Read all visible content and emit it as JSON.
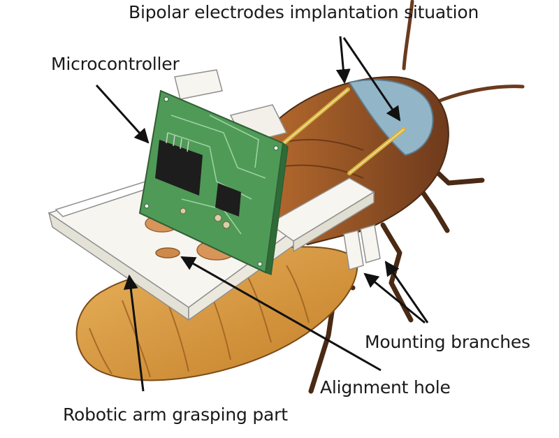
{
  "labels": {
    "bipolar_electrodes": "Bipolar electrodes implantation situation",
    "microcontroller": "Microcontroller",
    "mounting_branches": "Mounting branches",
    "alignment_hole": "Alignment hole",
    "robotic_arm_grasping_part": "Robotic arm grasping part"
  },
  "colors": {
    "abdomen": "#d8973d",
    "thorax": "#8a4a22",
    "head_shield": "#93b5c8",
    "pcb": "#55a35c",
    "electrode_wire": "#d9b23a",
    "mount_plate": "#f7f5ef",
    "text": "#1a1a1a"
  }
}
